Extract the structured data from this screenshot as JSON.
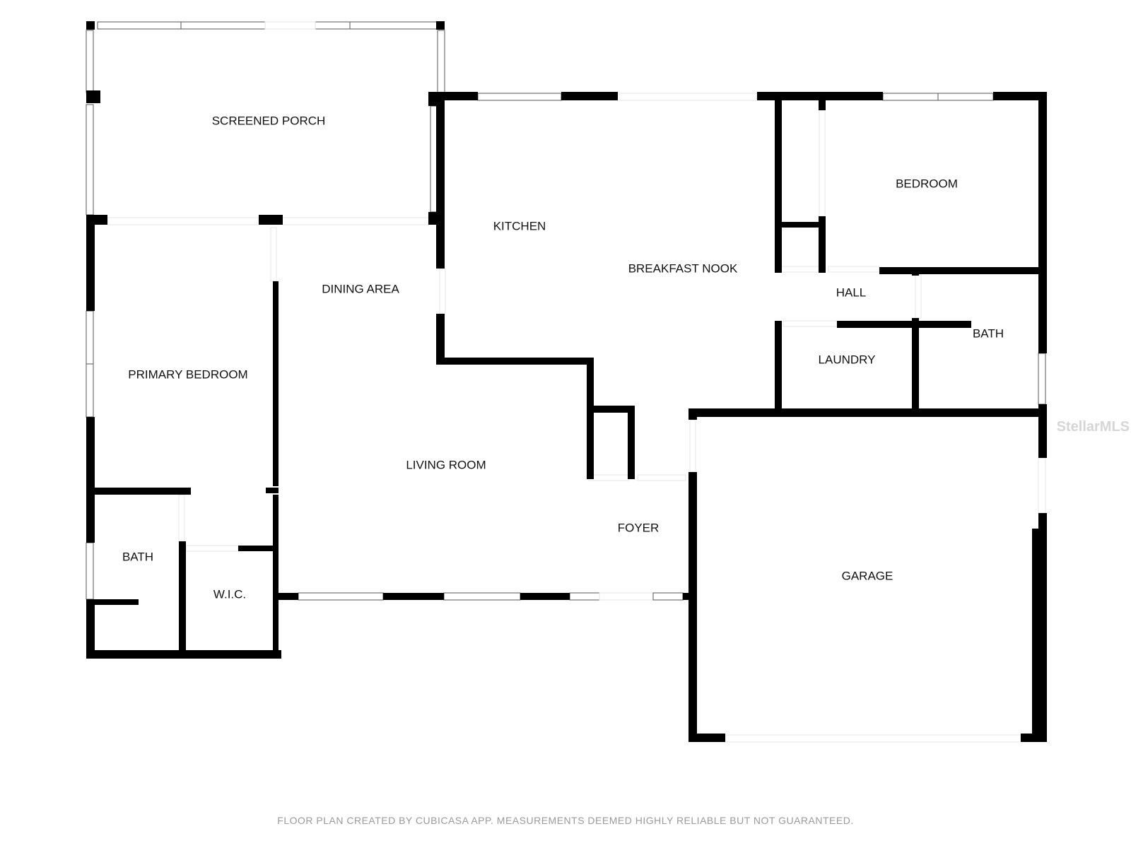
{
  "plan": {
    "rooms": {
      "screened_porch": "SCREENED PORCH",
      "kitchen": "KITCHEN",
      "breakfast_nook": "BREAKFAST NOOK",
      "bedroom": "BEDROOM",
      "hall": "HALL",
      "bath_hall": "BATH",
      "laundry": "LAUNDRY",
      "dining_area": "DINING AREA",
      "primary_bedroom": "PRIMARY BEDROOM",
      "living_room": "LIVING ROOM",
      "foyer": "FOYER",
      "garage": "GARAGE",
      "bath_primary": "BATH",
      "wic": "W.I.C."
    },
    "footer_note": "FLOOR PLAN CREATED BY CUBICASA APP. MEASUREMENTS DEEMED HIGHLY RELIABLE BUT NOT GUARANTEED.",
    "watermark": "StellarMLS"
  },
  "colors": {
    "wall": "#000000",
    "background": "#ffffff",
    "label": "#111111",
    "footer": "#9a9a9a"
  }
}
